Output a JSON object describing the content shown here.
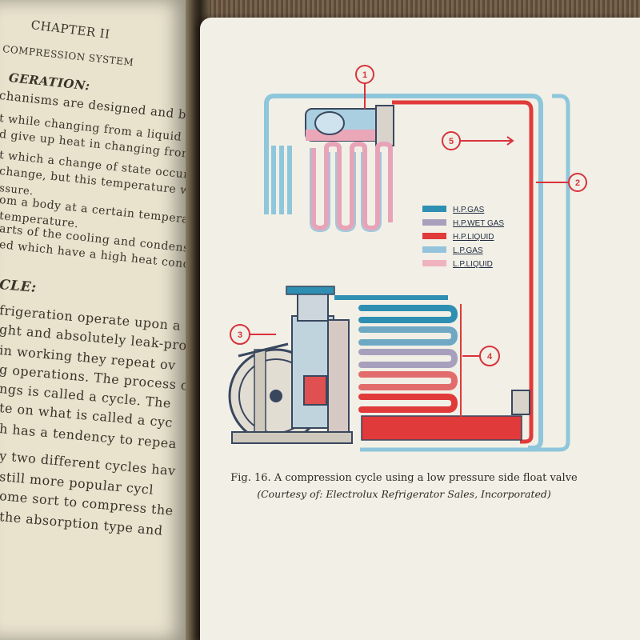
{
  "left_page": {
    "chapter": "CHAPTER II",
    "section_title": "COMPRESSION SYSTEM",
    "subheading_1": "GERATION:",
    "lines_1": [
      "chanisms are designed and built aro",
      "t while changing from a liquid state",
      "d give up heat in changing from a g",
      "t which a change of state occurs",
      "change, but this temperature will va",
      "ssure.",
      "om a body at a certain temperat",
      "temperature.",
      "arts of the cooling and condensi",
      "ed which have a high heat cond"
    ],
    "subheading_2": "CLE:",
    "lines_2": [
      "frigeration operate upon a r",
      "ght and absolutely leak-proo",
      "in working they repeat ov",
      "g operations.  The process o",
      "ngs is called a cycle.  The",
      "te on what is called a cyc",
      "h has a tendency to repea",
      "y two different cycles hav",
      "still more popular cycl",
      "ome sort to compress the",
      "the absorption type and"
    ]
  },
  "diagram": {
    "callouts": [
      "1",
      "2",
      "3",
      "4",
      "5"
    ],
    "legend": [
      {
        "label": "H.P.GAS",
        "color": "#2f8fb3"
      },
      {
        "label": "H.P.WET GAS",
        "color": "#a7a0bd"
      },
      {
        "label": "H.P.LIQUID",
        "color": "#e03a3a"
      },
      {
        "label": "L.P.GAS",
        "color": "#93c4dc"
      },
      {
        "label": "L.P.LIQUID",
        "color": "#efb3c0"
      }
    ]
  },
  "caption": "Fig. 16.  A compression cycle using a low pressure side float valve",
  "credit": "(Courtesy of: Electrolux Refrigerator Sales, Incorporated)"
}
